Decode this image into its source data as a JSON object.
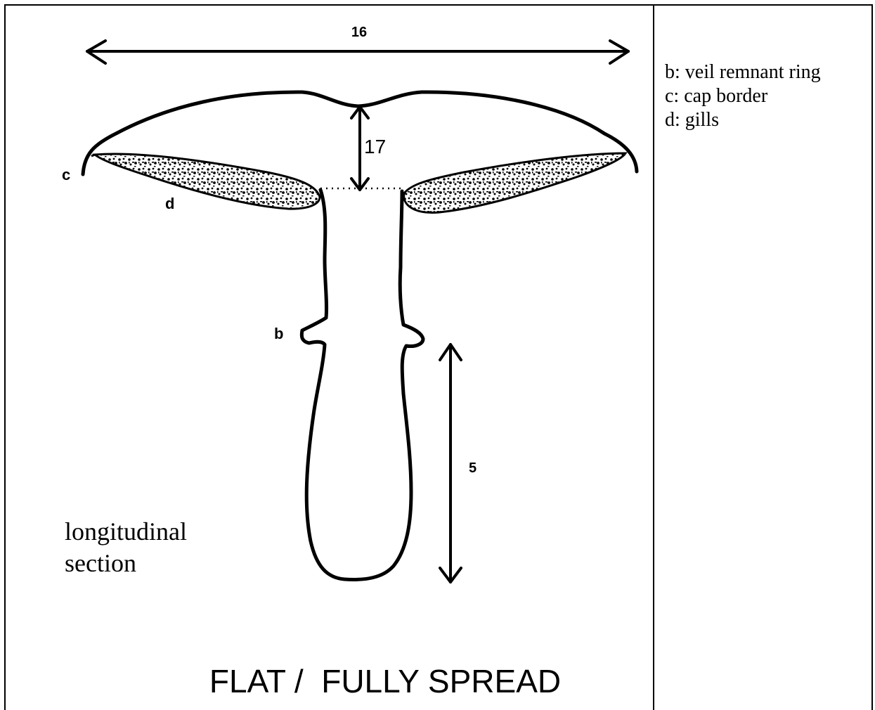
{
  "diagram": {
    "labels": {
      "width_measure": "16",
      "cap_depth_measure": "17",
      "stem_measure": "5",
      "marker_c": "c",
      "marker_d": "d",
      "marker_b": "b",
      "section_line1": "longitudinal",
      "section_line2": "section",
      "stage_title": "FLAT /  FULLY SPREAD"
    }
  },
  "legend": {
    "items": [
      "b: veil remnant ring",
      "c: cap border",
      "d: gills"
    ]
  }
}
